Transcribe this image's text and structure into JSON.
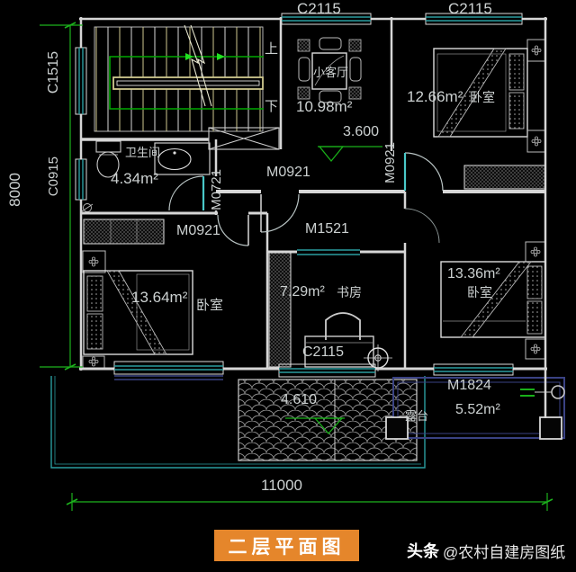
{
  "colors": {
    "wall": "#d6d6d6",
    "window_teal": "#2a9d9f",
    "door_cyan": "#49c8c8",
    "dim_green": "#1db21d",
    "terrace_navy": "#3a4284",
    "stair_khaki": "#cfc98f",
    "title_orange": "#e5862b",
    "text": "#ccd1d1"
  },
  "title_box": {
    "label": "二层平面图"
  },
  "watermark": {
    "brand": "头条",
    "handle": "@农村自建房图纸"
  },
  "dimensions": {
    "total_width": "11000",
    "total_height": "8000"
  },
  "levels": {
    "floor": "3.600",
    "terrace": "4.610"
  },
  "stairs": {
    "up": "上",
    "down": "下"
  },
  "rooms": [
    {
      "name": "小客厅",
      "area": "10.98m²"
    },
    {
      "name": "卧室",
      "area": "12.66m²"
    },
    {
      "name": "卫生间",
      "area": "4.34m²"
    },
    {
      "name": "卧室",
      "area": "13.64m²"
    },
    {
      "name": "书房",
      "area": "7.29m²"
    },
    {
      "name": "卧室",
      "area": "13.36m²"
    },
    {
      "name": "露台",
      "area": "5.52m²"
    }
  ],
  "windows": [
    {
      "code": "C2115"
    },
    {
      "code": "C2115"
    },
    {
      "code": "C1515"
    },
    {
      "code": "C0915"
    },
    {
      "code": "C2115"
    }
  ],
  "doors": [
    {
      "code": "M0721"
    },
    {
      "code": "M0921"
    },
    {
      "code": "M0921"
    },
    {
      "code": "M0921"
    },
    {
      "code": "M1521"
    },
    {
      "code": "M1824"
    }
  ]
}
